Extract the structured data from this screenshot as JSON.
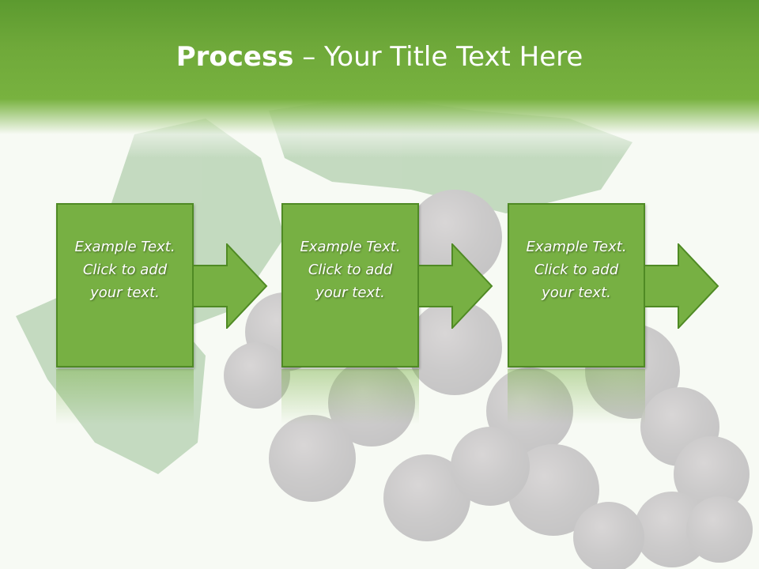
{
  "title": {
    "bold": "Process",
    "rest": " – Your Title Text Here"
  },
  "steps": [
    {
      "line1": "Example Text.",
      "line2": "Click  to add",
      "line3": "your text."
    },
    {
      "line1": "Example Text.",
      "line2": "Click  to add",
      "line3": "your text."
    },
    {
      "line1": "Example Text.",
      "line2": "Click  to add",
      "line3": "your text."
    }
  ],
  "colors": {
    "header": "#6fa93a",
    "box": "#77b043",
    "box_border": "#4f8a24",
    "text": "#ffffff"
  }
}
